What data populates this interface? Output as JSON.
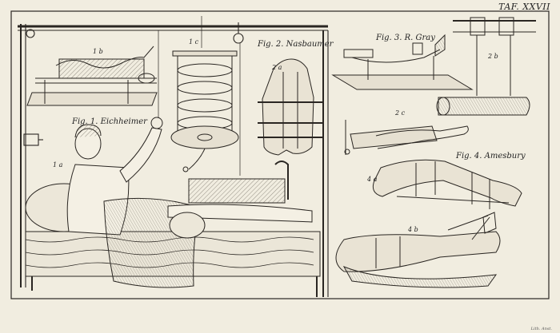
{
  "plate": {
    "number": "TAF. XXVII",
    "printer": "Lith. Anst."
  },
  "figures": {
    "fig1_title": "Fig. 1. Eichheimer",
    "fig2_title": "Fig. 2. Nasbaumer",
    "fig3_title": "Fig. 3. R. Gray",
    "fig4_title": "Fig. 4. Amesbury",
    "labels": {
      "f1a": "1 a",
      "f1b": "1 b",
      "f1c": "1 c",
      "f2a": "2 a",
      "f2b": "2 b",
      "f2c": "2 c",
      "f4a": "4 a",
      "f4b": "4 b"
    }
  },
  "colors": {
    "paper": "#f1ede0",
    "ink": "#2a2622",
    "shade": "#8a8478"
  }
}
